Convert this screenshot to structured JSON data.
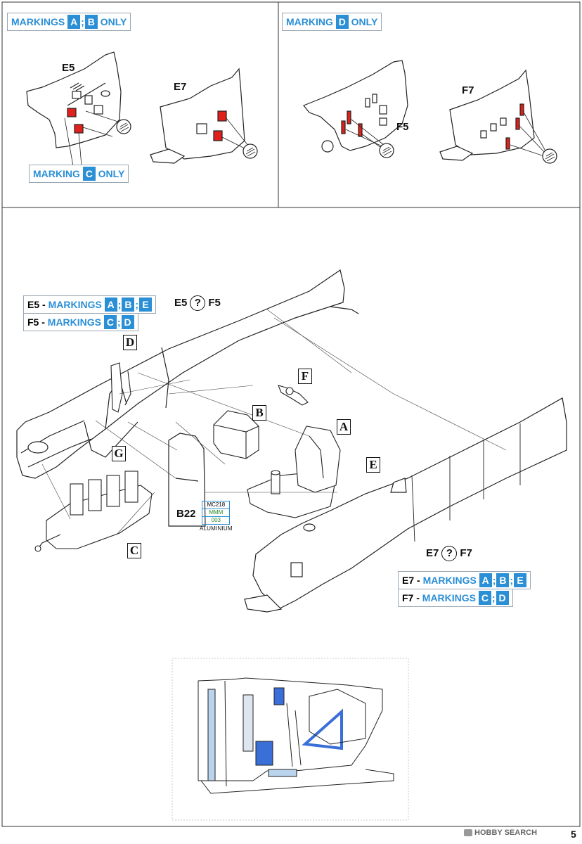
{
  "top_left_panel": {
    "header_prefix": "MARKINGS",
    "header_letters": [
      "A",
      "B"
    ],
    "header_suffix": "ONLY",
    "part_labels": [
      "E5",
      "E7"
    ],
    "sub_box_prefix": "MARKING",
    "sub_box_letter": "C",
    "sub_box_suffix": "ONLY"
  },
  "top_right_panel": {
    "header_prefix": "MARKING",
    "header_letter": "D",
    "header_suffix": "ONLY",
    "part_labels": [
      "F5",
      "F7"
    ]
  },
  "main_panel": {
    "alt_front": {
      "left": "E5",
      "right": "F5"
    },
    "alt_rear": {
      "left": "E7",
      "right": "F7"
    },
    "front_markings": [
      {
        "prefix": "E5 -",
        "label": "MARKINGS",
        "letters": [
          "A",
          "B",
          "E"
        ]
      },
      {
        "prefix": "F5 -",
        "label": "MARKINGS",
        "letters": [
          "C",
          "D"
        ]
      }
    ],
    "rear_markings": [
      {
        "prefix": "E7 -",
        "label": "MARKINGS",
        "letters": [
          "A",
          "B",
          "E"
        ]
      },
      {
        "prefix": "F7 -",
        "label": "MARKINGS",
        "letters": [
          "C",
          "D"
        ]
      }
    ],
    "subassemblies": [
      "D",
      "F",
      "B",
      "A",
      "E",
      "G",
      "C"
    ],
    "part_number": "B22",
    "paint": {
      "codes": [
        "MC218",
        "MMM",
        "003"
      ],
      "name": "ALUMINIUM"
    }
  },
  "page": {
    "watermark": "HOBBY SEARCH",
    "page_number": "5"
  },
  "colors": {
    "accent_blue": "#2b8fd6",
    "red": "#e0211b",
    "line": "#222222",
    "frame_blue": "#3a6fd8"
  }
}
